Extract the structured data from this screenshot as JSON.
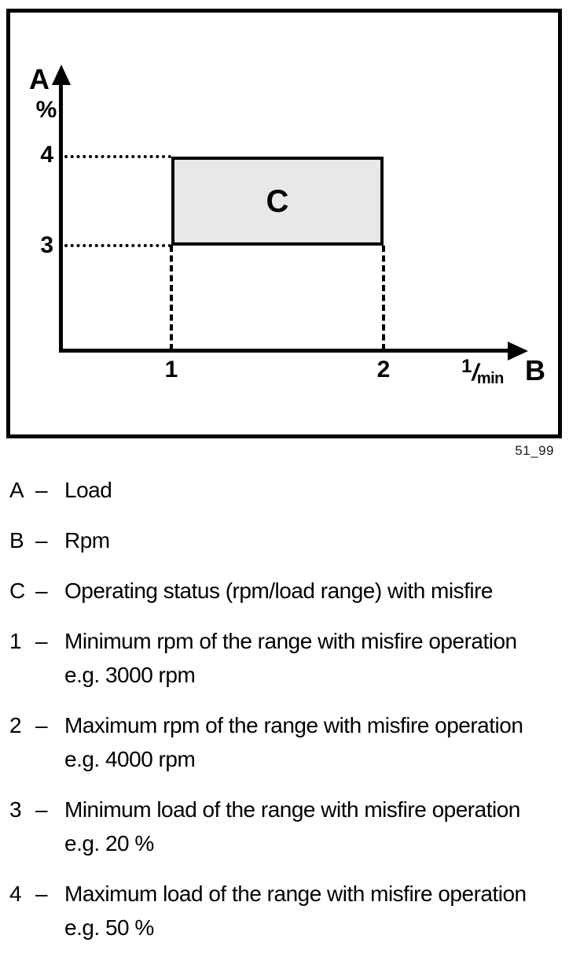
{
  "figure": {
    "figure_number": "51_99",
    "y_axis": {
      "label": "A",
      "unit": "%",
      "tick_upper": "4",
      "tick_lower": "3"
    },
    "x_axis": {
      "label": "B",
      "unit_numerator": "1",
      "unit_denominator": "min",
      "tick_left": "1",
      "tick_right": "2"
    },
    "region_label": "C",
    "colors": {
      "region_fill": "#e8e8e8",
      "line": "#000000"
    }
  },
  "chart_data": {
    "type": "area",
    "xlabel": "B (Rpm, 1/min)",
    "ylabel": "A (Load, %)",
    "x_ticks": [
      "1",
      "2"
    ],
    "y_ticks": [
      "3",
      "4"
    ],
    "region": {
      "label": "C",
      "meaning": "Operating status (rpm/load range) with misfire",
      "x_from_tick": "1",
      "x_to_tick": "2",
      "y_from_tick": "3",
      "y_to_tick": "4",
      "x_example_range": [
        "3000 rpm",
        "4000 rpm"
      ],
      "y_example_range": [
        "20 %",
        "50 %"
      ]
    }
  },
  "legend": {
    "separator": "–",
    "items": [
      {
        "key": "A",
        "lines": [
          "Load"
        ]
      },
      {
        "key": "B",
        "lines": [
          "Rpm"
        ]
      },
      {
        "key": "C",
        "lines": [
          "Operating status (rpm/load range) with misfire"
        ]
      },
      {
        "key": "1",
        "lines": [
          "Minimum rpm of the range with misfire operation",
          "e.g. 3000 rpm"
        ]
      },
      {
        "key": "2",
        "lines": [
          "Maximum rpm of the range with misfire operation",
          "e.g. 4000 rpm"
        ]
      },
      {
        "key": "3",
        "lines": [
          "Minimum load of the range with misfire operation",
          "e.g. 20 %"
        ]
      },
      {
        "key": "4",
        "lines": [
          "Maximum load of the range with misfire operation",
          "e.g. 50 %"
        ]
      }
    ]
  }
}
